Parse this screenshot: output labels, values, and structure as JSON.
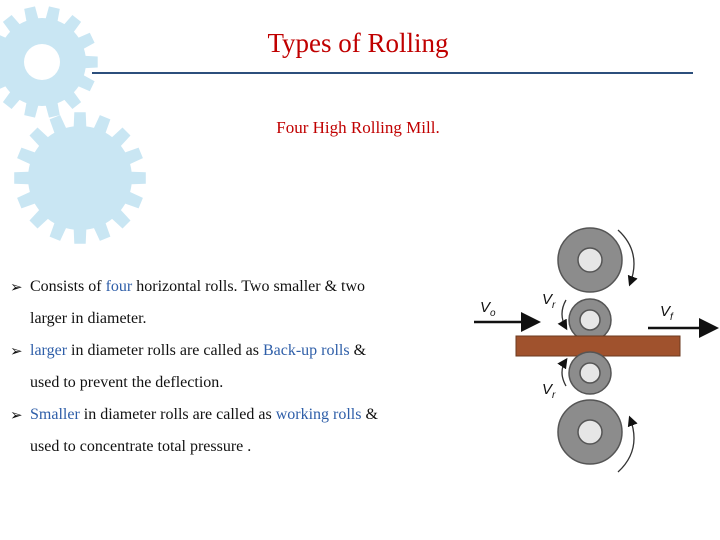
{
  "title": "Types of Rolling",
  "subtitle": "Four High Rolling Mill.",
  "bullets": [
    {
      "line1": [
        {
          "text": "Consists of ",
          "hl": false
        },
        {
          "text": "four",
          "hl": true
        },
        {
          "text": " horizontal rolls. Two smaller & two",
          "hl": false
        }
      ],
      "line2": [
        {
          "text": "larger in diameter.",
          "hl": false
        }
      ]
    },
    {
      "line1": [
        {
          "text": "larger",
          "hl": true
        },
        {
          "text": " in diameter rolls are called as ",
          "hl": false
        },
        {
          "text": "Back-up rolls",
          "hl": true
        },
        {
          "text": " &",
          "hl": false
        }
      ],
      "line2": [
        {
          "text": "used to prevent the deflection.",
          "hl": false
        }
      ]
    },
    {
      "line1": [
        {
          "text": "Smaller",
          "hl": true
        },
        {
          "text": " in diameter rolls are called as ",
          "hl": false
        },
        {
          "text": "working rolls",
          "hl": true
        },
        {
          "text": " &",
          "hl": false
        }
      ],
      "line2": [
        {
          "text": "used to concentrate total pressure .",
          "hl": false
        }
      ]
    }
  ],
  "diagram": {
    "label_vo": "V",
    "label_vo_sub": "o",
    "label_vr": "V",
    "label_vr_sub": "r",
    "label_vf": "V",
    "label_vf_sub": "f"
  },
  "colors": {
    "title": "#c00000",
    "highlight": "#2e5ea8",
    "rule": "#2c4f7c",
    "gear": "#c9e6f3",
    "roll": "#8c8c8c",
    "strip": "#a0522d"
  }
}
